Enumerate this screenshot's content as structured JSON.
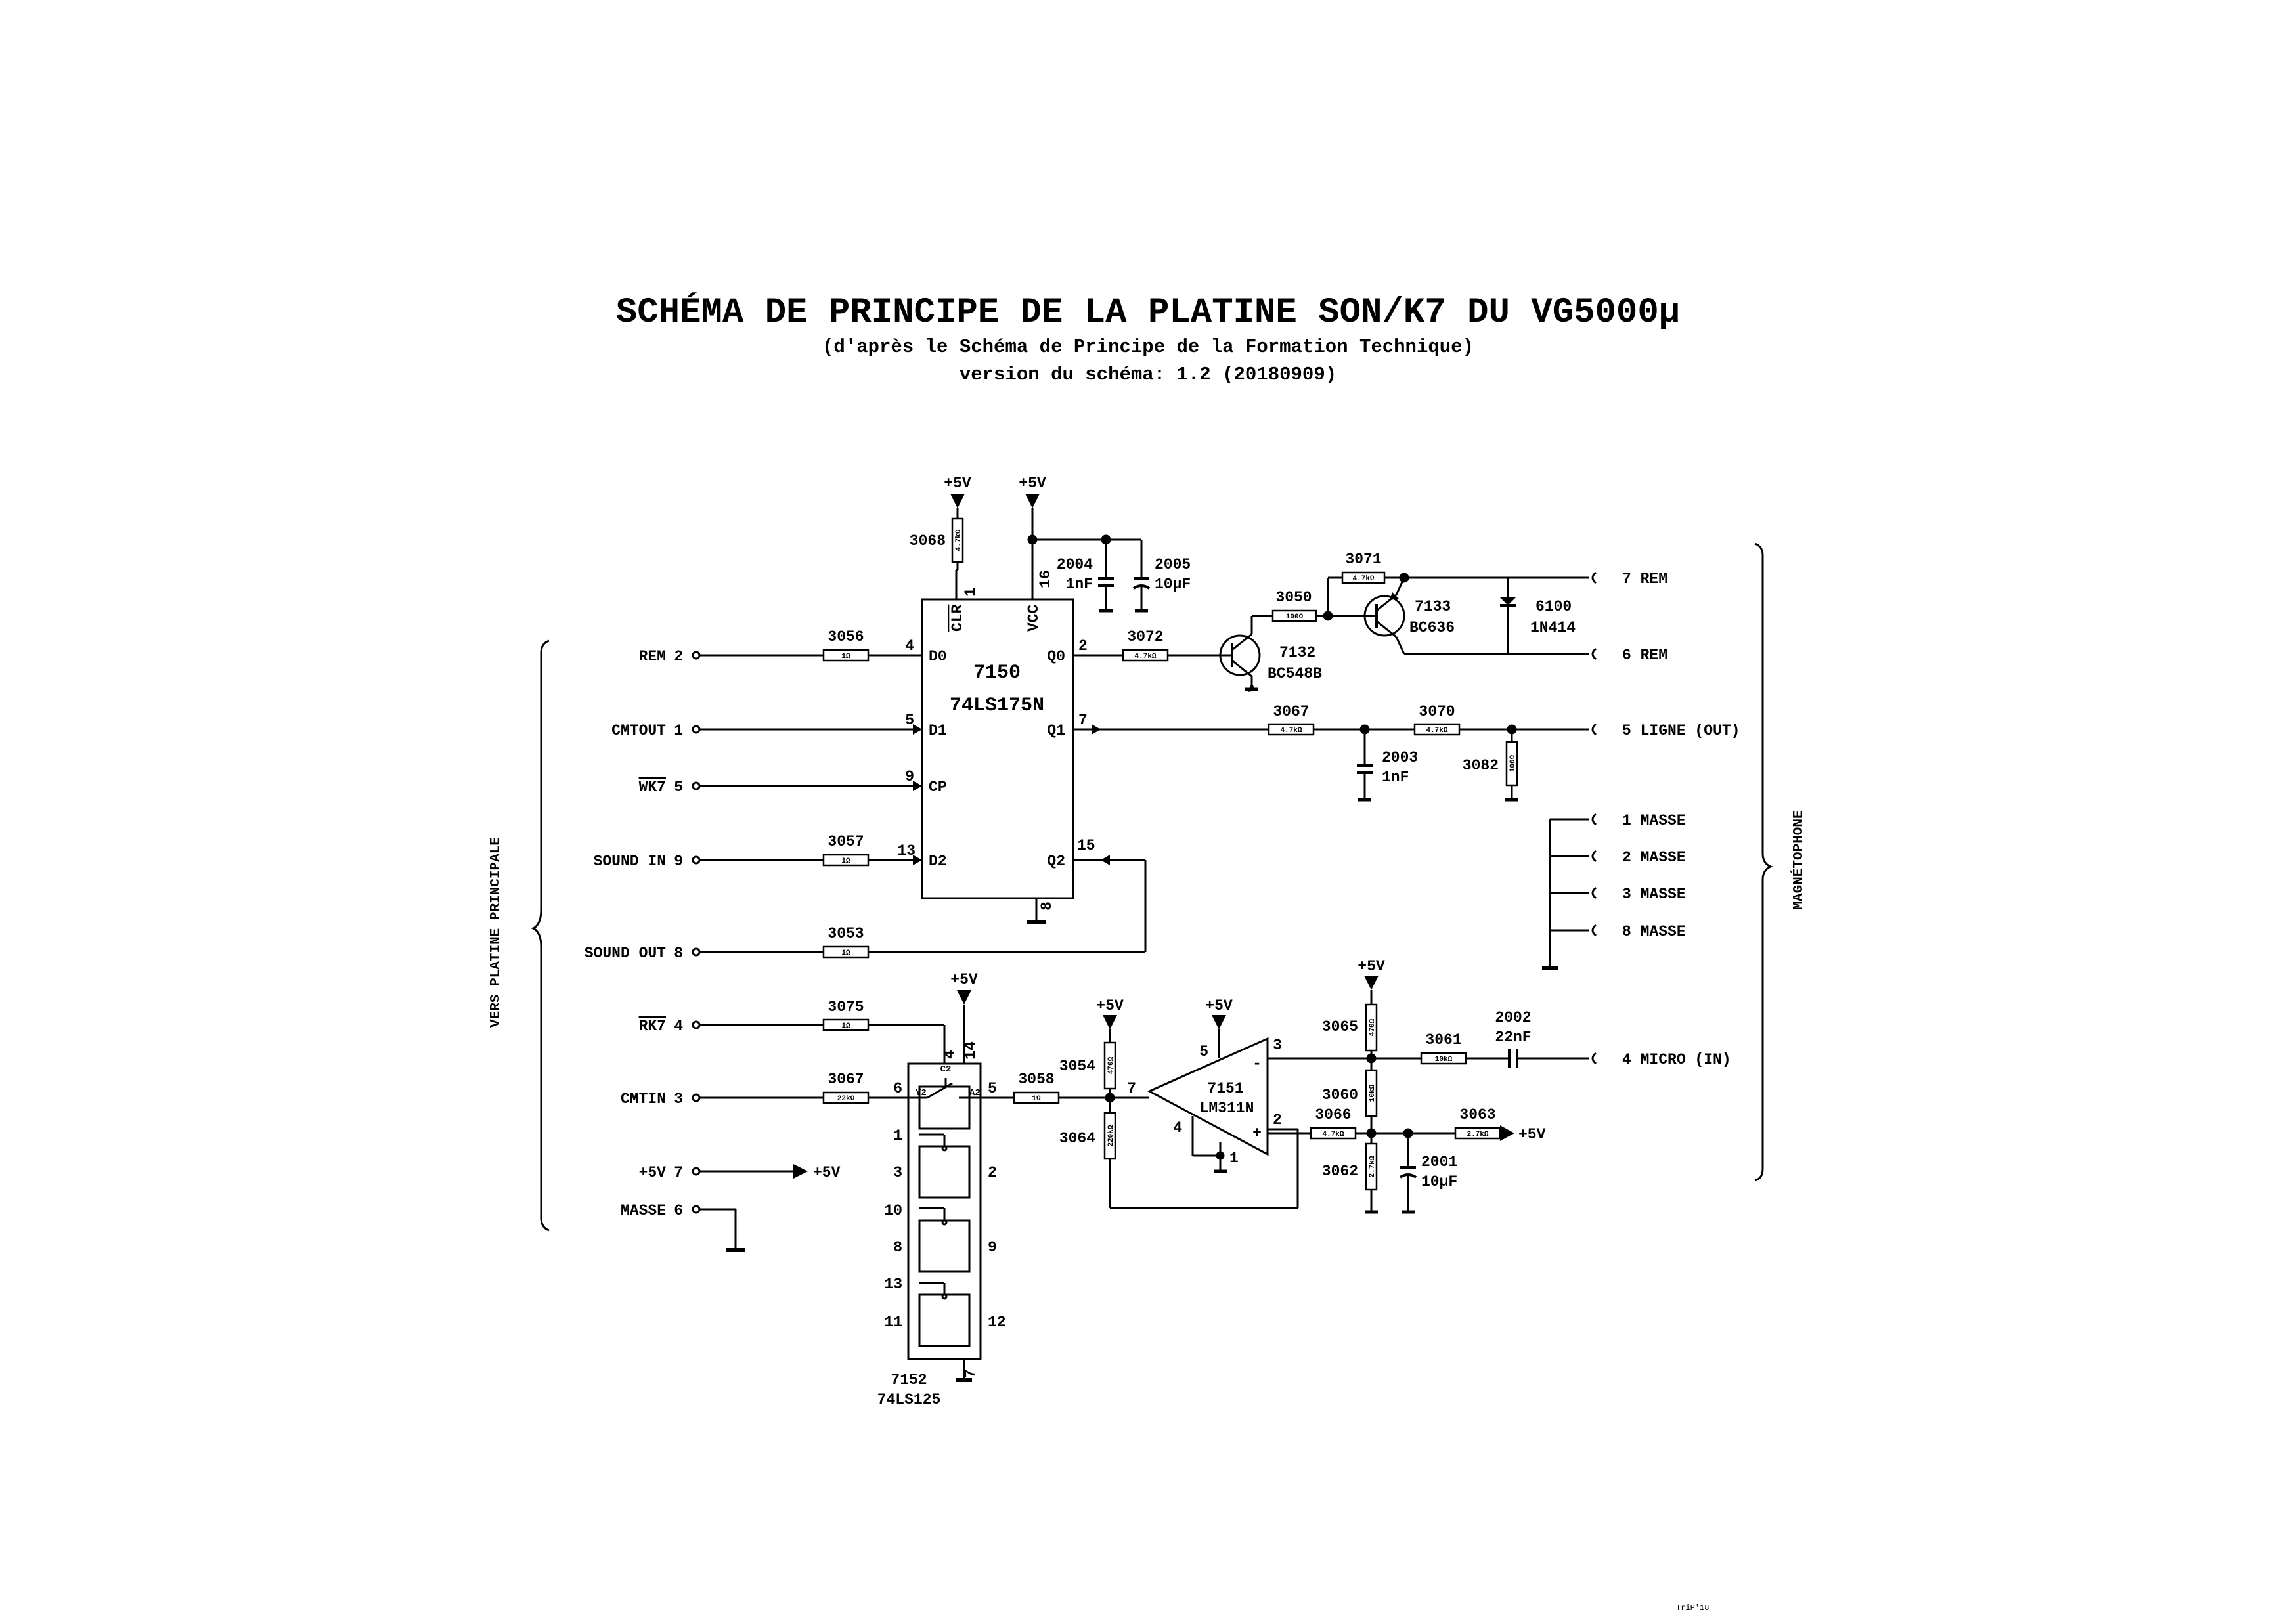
{
  "header": {
    "title": "SCHÉMA DE PRINCIPE DE LA PLATINE SON/K7 DU VG5000µ",
    "subtitle": "(d'après le Schéma de Principe de la Formation Technique)",
    "version": "version du schéma: 1.2 (20180909)"
  },
  "side_labels": {
    "left": "VERS PLATINE PRINCIPALE",
    "right": "MAGNÉTOPHONE"
  },
  "left_connector": {
    "rem": "REM",
    "rem_pin": "2",
    "cmtout": "CMTOUT",
    "cmtout_pin": "1",
    "wk7": "WK7",
    "wk7_pin": "5",
    "soundin": "SOUND IN",
    "soundin_pin": "9",
    "soundout": "SOUND OUT",
    "soundout_pin": "8",
    "rk7": "RK7",
    "rk7_pin": "4",
    "cmtin": "CMTIN",
    "cmtin_pin": "3",
    "p5v": "+5V",
    "p5v_pin": "7",
    "masse": "MASSE",
    "masse_pin": "6"
  },
  "right_connector": {
    "rem7": "7 REM",
    "rem6": "6 REM",
    "ligne": "5 LIGNE (OUT)",
    "masse1": "1 MASSE",
    "masse2": "2 MASSE",
    "masse3": "3 MASSE",
    "masse8": "8 MASSE",
    "micro": "4 MICRO (IN)"
  },
  "supplies": {
    "plus5": "+5V"
  },
  "ic7150": {
    "ref": "7150",
    "part": "74LS175N",
    "d0": "D0",
    "d1": "D1",
    "cp": "CP",
    "d2": "D2",
    "q0": "Q0",
    "q1": "Q1",
    "q2": "Q2",
    "clr": "CLR",
    "vcc": "VCC",
    "p4": "4",
    "p5": "5",
    "p9": "9",
    "p13": "13",
    "p2": "2",
    "p7": "7",
    "p15": "15",
    "p1": "1",
    "p16": "16",
    "p8": "8"
  },
  "ic7152": {
    "ref": "7152",
    "part": "74LS125",
    "c2": "C2",
    "y2": "Y2",
    "a2": "A2",
    "p4": "4",
    "p14": "14",
    "p6": "6",
    "p5": "5",
    "p1": "1",
    "p3": "3",
    "p2": "2",
    "p10": "10",
    "p8": "8",
    "p9": "9",
    "p13": "13",
    "p11": "11",
    "p12": "12",
    "p7": "7"
  },
  "ic7151": {
    "ref": "7151",
    "part": "LM311N",
    "p7": "7",
    "p5": "5",
    "p4": "4",
    "p1": "1",
    "p3": "3",
    "p2": "2",
    "minus": "-",
    "plus": "+"
  },
  "transistors": {
    "t7132": "7132",
    "t7132_part": "BC548B",
    "t7133": "7133",
    "t7133_part": "BC636"
  },
  "diode": {
    "ref": "6100",
    "part": "1N414"
  },
  "resistors": {
    "r3068": "3068",
    "r3068_v": "4.7kΩ",
    "r3056": "3056",
    "r3056_v": "1Ω",
    "r3057": "3057",
    "r3057_v": "1Ω",
    "r3053": "3053",
    "r3053_v": "1Ω",
    "r3072": "3072",
    "r3072_v": "4.7kΩ",
    "r3050": "3050",
    "r3050_v": "100Ω",
    "r3071": "3071",
    "r3071_v": "4.7kΩ",
    "r3067a": "3067",
    "r3067a_v": "4.7kΩ",
    "r3070": "3070",
    "r3070_v": "4.7kΩ",
    "r3082": "3082",
    "r3082_v": "100Ω",
    "r3075": "3075",
    "r3075_v": "1Ω",
    "r3067b": "3067",
    "r3067b_v": "22kΩ",
    "r3058": "3058",
    "r3058_v": "1Ω",
    "r3054": "3054",
    "r3054_v": "470Ω",
    "r3064": "3064",
    "r3064_v": "220kΩ",
    "r3065": "3065",
    "r3065_v": "470Ω",
    "r3061": "3061",
    "r3061_v": "10kΩ",
    "r3060": "3060",
    "r3060_v": "10kΩ",
    "r3066": "3066",
    "r3066_v": "4.7kΩ",
    "r3063": "3063",
    "r3063_v": "2.7kΩ",
    "r3062": "3062",
    "r3062_v": "2.7kΩ"
  },
  "capacitors": {
    "c2004": "2004",
    "c2004_v": "1nF",
    "c2005": "2005",
    "c2005_v": "10µF",
    "c2003": "2003",
    "c2003_v": "1nF",
    "c2002": "2002",
    "c2002_v": "22nF",
    "c2001": "2001",
    "c2001_v": "10µF"
  },
  "footer": {
    "signature": "TriP'18"
  }
}
